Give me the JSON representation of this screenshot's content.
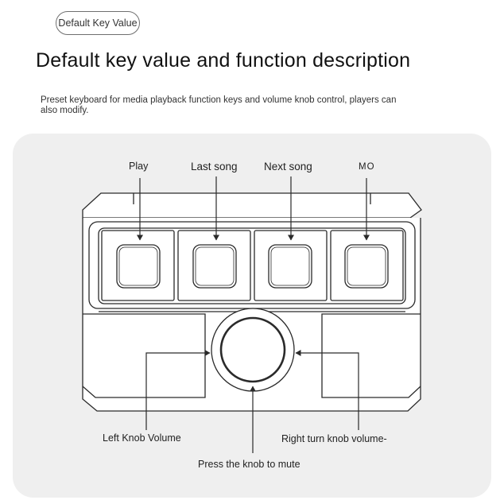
{
  "badge": {
    "label": "Default Key Value"
  },
  "heading": "Default key value and function description",
  "description": "Preset keyboard for media playback function keys and volume knob control, players can also modify.",
  "keys": [
    {
      "label": "Play"
    },
    {
      "label": "Last song"
    },
    {
      "label": "Next song"
    },
    {
      "label": "MO"
    }
  ],
  "knob": {
    "left_label": "Left Knob Volume",
    "right_label": "Right turn knob volume-",
    "press_label": "Press the knob to mute"
  },
  "colors": {
    "line": "#2a2a2a",
    "panel": "#efefef"
  }
}
